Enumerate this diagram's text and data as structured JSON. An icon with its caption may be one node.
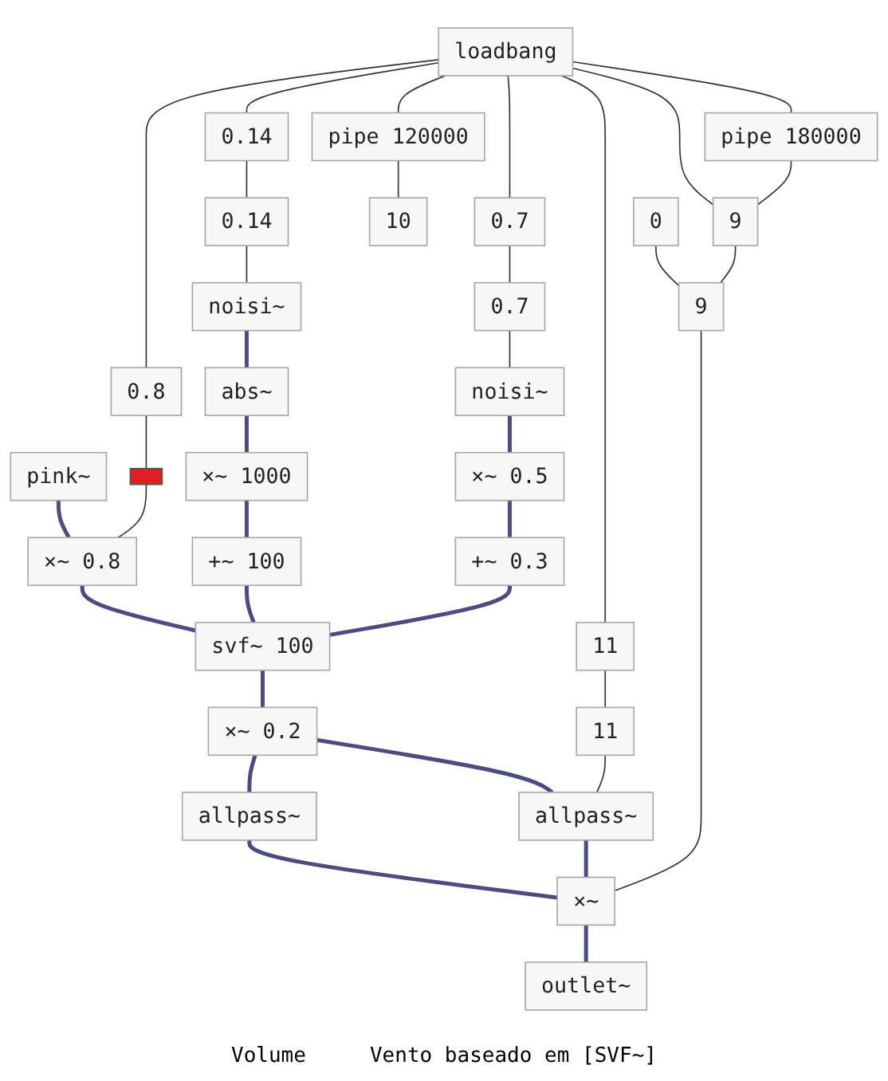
{
  "diagram": {
    "nodes": [
      {
        "text": [
          "11"
        ]
      },
      {
        "text": [
          "loadbang"
        ]
      },
      {
        "text": [
          "0.8"
        ]
      },
      {
        "text": [
          "0.14"
        ]
      },
      {
        "text": [
          "0.14"
        ]
      },
      {
        "text": [],
        "shape": "bar"
      },
      {
        "text": [
          "noisi~"
        ]
      },
      {
        "text": [
          "0.7"
        ]
      },
      {
        "text": [
          "0.7"
        ]
      },
      {
        "text": [
          "abs~"
        ]
      },
      {
        "text": [
          "×~ 1000"
        ]
      },
      {
        "text": [
          "noisi~"
        ]
      },
      {
        "text": [
          "pink~"
        ]
      },
      {
        "text": [
          "+~ 100"
        ]
      },
      {
        "text": [
          "×~ 0.5"
        ]
      },
      {
        "text": [
          "pipe 120000"
        ]
      },
      {
        "text": [
          "pipe 180000"
        ]
      },
      {
        "text": [
          "×~ 0.8"
        ]
      },
      {
        "text": [
          "+~ 0.3"
        ]
      },
      {
        "text": [
          "svf~ 100"
        ]
      },
      {
        "text": [
          "11"
        ]
      },
      {
        "text": [
          "10"
        ]
      },
      {
        "text": [
          "×~ 0.2"
        ]
      },
      {
        "text": [
          "0"
        ]
      },
      {
        "text": [
          "allpass~"
        ]
      },
      {
        "text": [
          "allpass~"
        ]
      },
      {
        "text": [
          "9"
        ]
      },
      {
        "text": [
          "9"
        ]
      },
      {
        "text": [
          "×~"
        ]
      },
      {
        "text": [
          "outlet~"
        ]
      }
    ],
    "edges": [
      {
        "from": 1,
        "to": 0,
        "arrow": "none"
      },
      {
        "from": 0,
        "to": 20,
        "arrow": "none"
      },
      {
        "from": 1,
        "to": 2,
        "arrow": "none"
      },
      {
        "from": 1,
        "to": 3,
        "arrow": "none"
      },
      {
        "from": 1,
        "to": 7,
        "arrow": "none"
      },
      {
        "from": 1,
        "to": 15,
        "arrow": "none"
      },
      {
        "from": 1,
        "to": 16,
        "arrow": "none"
      },
      {
        "from": 1,
        "to": 26,
        "arrow": "none"
      },
      {
        "from": 2,
        "to": 5,
        "arrow": "none"
      },
      {
        "from": 3,
        "to": 4,
        "arrow": "none"
      },
      {
        "from": 4,
        "to": 6,
        "arrow": "none"
      },
      {
        "from": 6,
        "to": 9,
        "arrow": "none",
        "style": "thick",
        "color": "#4c4c80"
      },
      {
        "from": 9,
        "to": 10,
        "arrow": "none",
        "style": "thick",
        "color": "#4c4c80"
      },
      {
        "from": 10,
        "to": 13,
        "arrow": "none",
        "style": "thick",
        "color": "#4c4c80"
      },
      {
        "from": 7,
        "to": 8,
        "arrow": "none"
      },
      {
        "from": 8,
        "to": 11,
        "arrow": "none"
      },
      {
        "from": 11,
        "to": 14,
        "arrow": "none",
        "style": "thick",
        "color": "#4c4c80"
      },
      {
        "from": 14,
        "to": 18,
        "arrow": "none",
        "style": "thick",
        "color": "#4c4c80"
      },
      {
        "from": 12,
        "to": 17,
        "arrow": "none",
        "style": "thick",
        "color": "#4c4c80"
      },
      {
        "from": 5,
        "to": 17,
        "arrow": "none"
      },
      {
        "from": 17,
        "to": 19,
        "arrow": "none",
        "style": "thick",
        "color": "#4c4c80"
      },
      {
        "from": 13,
        "to": 19,
        "arrow": "none",
        "style": "thick",
        "color": "#4c4c80"
      },
      {
        "from": 18,
        "to": 19,
        "arrow": "none",
        "style": "thick",
        "color": "#4c4c80"
      },
      {
        "from": 19,
        "to": 22,
        "arrow": "none",
        "style": "thick",
        "color": "#4c4c80"
      },
      {
        "from": 22,
        "to": 24,
        "arrow": "none",
        "style": "thick",
        "color": "#4c4c80"
      },
      {
        "from": 22,
        "to": 25,
        "arrow": "none",
        "style": "thick",
        "color": "#4c4c80"
      },
      {
        "from": 20,
        "to": 25,
        "arrow": "none"
      },
      {
        "from": 15,
        "to": 21,
        "arrow": "none"
      },
      {
        "from": 16,
        "to": 26,
        "arrow": "none"
      },
      {
        "from": 23,
        "to": 27,
        "arrow": "none"
      },
      {
        "from": 26,
        "to": 27,
        "arrow": "none"
      },
      {
        "from": 24,
        "to": 28,
        "arrow": "none",
        "style": "thick",
        "color": "#4c4c80"
      },
      {
        "from": 25,
        "to": 28,
        "arrow": "none",
        "style": "thick",
        "color": "#4c4c80"
      },
      {
        "from": 27,
        "to": 28,
        "arrow": "none"
      },
      {
        "from": 28,
        "to": 29,
        "arrow": "none",
        "style": "thick",
        "color": "#4c4c80"
      }
    ],
    "labels": [
      "Volume",
      "Vento baseado em [SVF~]"
    ]
  }
}
